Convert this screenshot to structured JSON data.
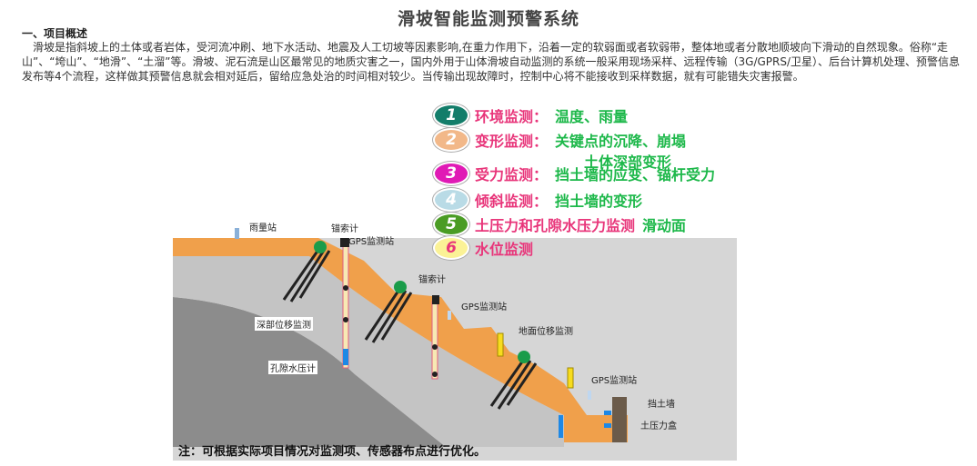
{
  "header": {
    "title": "滑坡智能监测预警系统"
  },
  "section": {
    "heading": "一、项目概述",
    "paragraph": "滑坡是指斜坡上的土体或者岩体，受河流冲刷、地下水活动、地震及人工切坡等因素影响,在重力作用下，沿着一定的软弱面或者软弱带，整体地或者分散地顺坡向下滑动的自然现象。俗称“走山”、“垮山”、“地滑”、“土溜”等。滑坡、泥石流是山区最常见的地质灾害之一，国内外用于山体滑坡自动监测的系统一般采用现场采样、远程传输（3G/GPRS/卫星）、后台计算机处理、预警信息发布等4个流程，这样做其预警信息就会相对延后，留给应急处治的时间相对较少。当传输出现故障时，控制中心将不能接收到采样数据，就有可能错失灾害报警。"
  },
  "legend": [
    {
      "num": "1",
      "color": "#137d6a",
      "category": "环境监测：",
      "detail": "温度、雨量"
    },
    {
      "num": "2",
      "color": "#f2b889",
      "category": "变形监测：",
      "detail": "关键点的沉降、崩塌",
      "detail2": "土体深部变形"
    },
    {
      "num": "3",
      "color": "#e01ab5",
      "category": "受力监测：",
      "detail": "挡土墙的应变、锚杆受力"
    },
    {
      "num": "4",
      "color": "#b9dbe6",
      "category": "倾斜监测：",
      "detail": "挡土墙的变形"
    },
    {
      "num": "5",
      "color": "#4a9c24",
      "category": "土压力和孔隙水压力监测",
      "detail": "滑动面"
    },
    {
      "num": "6",
      "color": "#fbf296",
      "category": "水位监测",
      "detail": ""
    }
  ],
  "diagram_labels": {
    "rain_station": "雨量站",
    "anchor_meter_1": "锚索计",
    "gps_station_1": "GPS监测站",
    "anchor_meter_2": "锚索计",
    "deep_displacement": "深部位移监测",
    "gps_station_2": "GPS监测站",
    "ground_displacement": "地面位移监测",
    "pore_water_meter": "孔隙水压计",
    "gps_station_3": "GPS监测站",
    "retaining_wall": "挡土墙",
    "earth_pressure_box": "土压力盒"
  },
  "note": "注：可根据实际项目情况对监测项、传感器布点进行优化。",
  "colors": {
    "soil": "#f0a04b",
    "rock_light": "#c8c8c8",
    "rock_dark": "#8c8c8c",
    "base": "#d6d6d6"
  }
}
